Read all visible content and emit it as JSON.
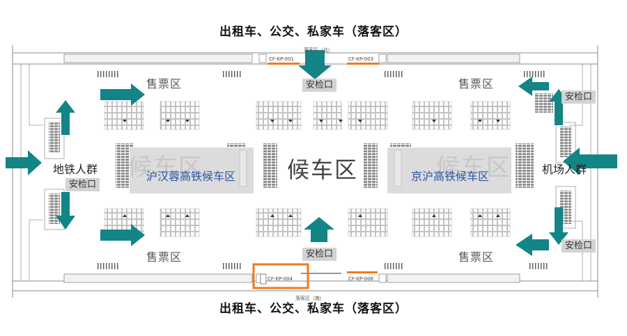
{
  "top_road": "出租车、公交、私家车（落客区）",
  "bottom_road": "出租车、公交、私家车（落客区）",
  "dropoff_north": "落客区（北）",
  "dropoff_south": "落客区（南）",
  "door_codes": [
    "CF-KP-001",
    "CF-KP-003",
    "CF-KP-004",
    "CF-KP-006"
  ],
  "ticket_area": "售票区",
  "security_check": "安检口",
  "metro_crowd": "地铁人群",
  "airport_crowd": "机场人群",
  "main_hall": "候车区",
  "west_hall": "沪汉蓉高铁候车区",
  "east_hall": "京沪高铁候车区",
  "hall_watermark": "候车区",
  "colors": {
    "arrow": "#138586",
    "highlight": "#f07a1a",
    "subtitle": "#2a55a8",
    "security_bg": "#d3d3d3"
  },
  "highlighted_door": "CF-KP-004",
  "icons": [
    "arrow-right-icon",
    "arrow-left-icon",
    "arrow-up-icon",
    "arrow-down-icon"
  ]
}
